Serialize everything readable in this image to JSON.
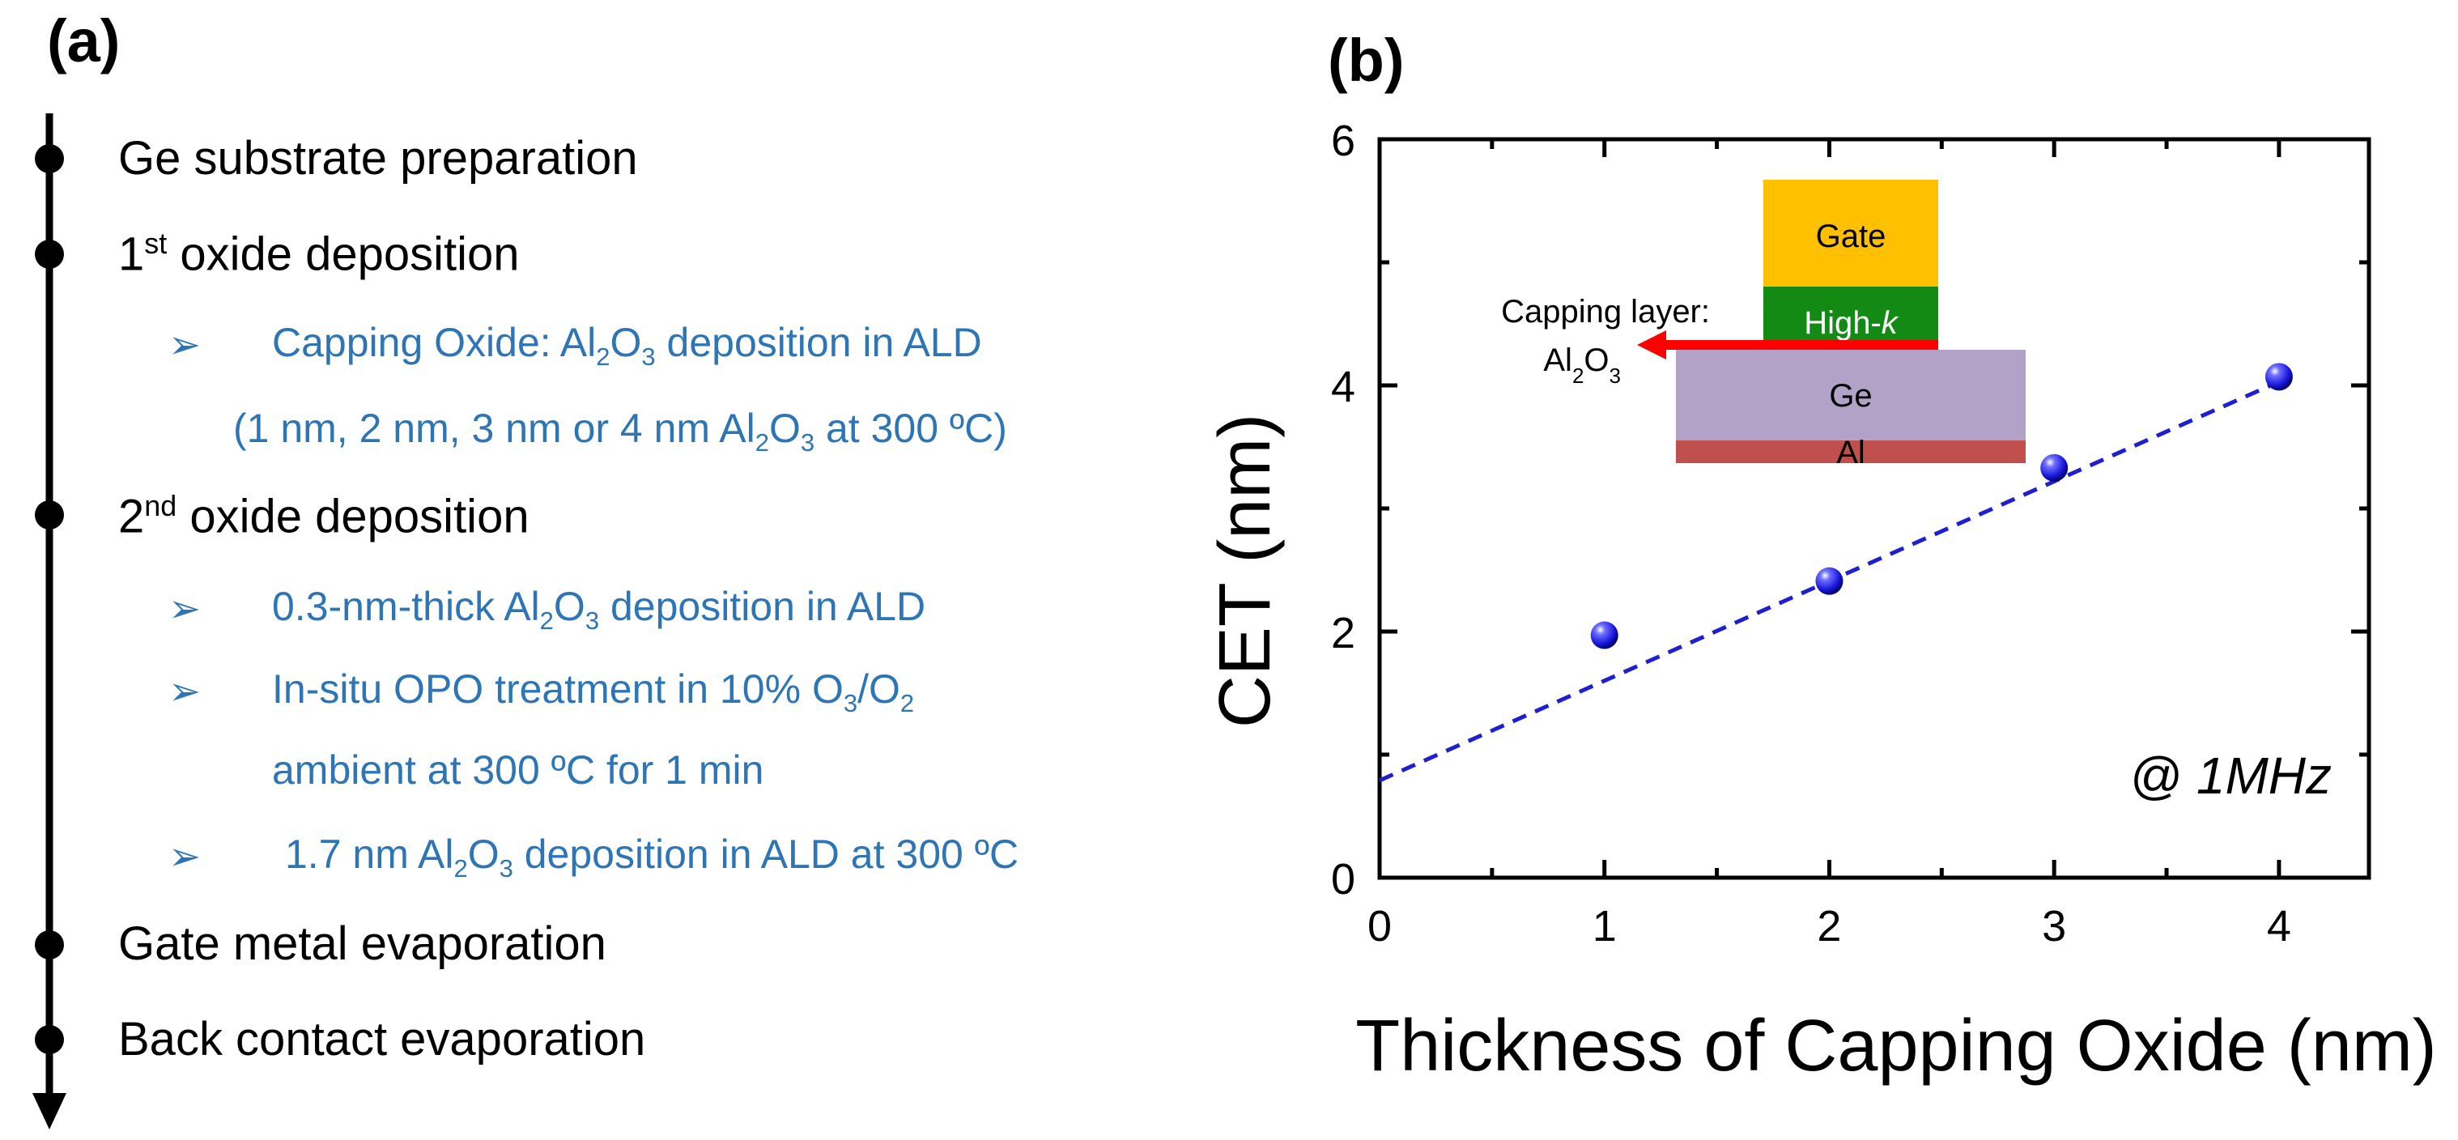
{
  "panel_a": {
    "label": "(a)",
    "steps": [
      {
        "text": "Ge substrate preparation"
      },
      {
        "pre": "1",
        "sup": "st",
        "post": " oxide deposition"
      },
      {
        "pre": "2",
        "sup": "nd",
        "post": " oxide deposition"
      },
      {
        "text": "Gate metal evaporation"
      },
      {
        "text": "Back contact evaporation"
      }
    ],
    "bullet_glyph": "➢",
    "sub_items": {
      "capping": {
        "p1": "Capping Oxide: Al",
        "s1": "2",
        "p2": "O",
        "s2": "3",
        "p3": " deposition in ALD"
      },
      "capping_detail": {
        "p1": "(1 nm, 2 nm, 3 nm or 4 nm Al",
        "s1": "2",
        "p2": "O",
        "s2": "3",
        "p3": " at 300 ºC)"
      },
      "thin_al2o3": {
        "p1": "0.3-nm-thick Al",
        "s1": "2",
        "p2": "O",
        "s2": "3",
        "p3": " deposition in ALD"
      },
      "opo": {
        "p1": "In-situ OPO treatment in 10% O",
        "s1": "3",
        "p2": "/O",
        "s2": "2",
        "p3": ""
      },
      "opo_detail": {
        "text": "ambient at 300 ºC for 1 min"
      },
      "final_al2o3": {
        "p1": "1.7 nm Al",
        "s1": "2",
        "p2": "O",
        "s2": "3",
        "p3": " deposition in ALD at 300 ºC"
      }
    }
  },
  "panel_b": {
    "label": "(b)",
    "annotation": "@ 1MHz",
    "inset": {
      "gate": "Gate",
      "highk_prefix": "High-",
      "highk_k": "k",
      "ge": "Ge",
      "al": "Al",
      "capping_label": "Capping layer:",
      "capping_formula": {
        "p1": "Al",
        "s1": "2",
        "p2": "O",
        "s2": "3"
      }
    }
  },
  "colors": {
    "blue_text": "#2E75B6",
    "data_point": "#1a1adb",
    "fit_line": "#1f1fd0",
    "gate": "#FFC000",
    "highk": "#138A13",
    "ge": "#B3A2C7",
    "al": "#C0504D",
    "arrow": "#FF0000"
  },
  "chart_data": {
    "type": "scatter",
    "xlabel": "Thickness of Capping Oxide (nm)",
    "ylabel": "CET (nm)",
    "xlim": [
      0,
      4.4
    ],
    "ylim": [
      0,
      6
    ],
    "x_ticks": [
      "0",
      "1",
      "2",
      "3",
      "4"
    ],
    "y_ticks": [
      "0",
      "2",
      "4",
      "6"
    ],
    "grid": false,
    "series": [
      {
        "x": [
          1,
          2,
          3,
          4
        ],
        "y": [
          1.97,
          2.41,
          3.33,
          4.07
        ],
        "marker": "sphere"
      }
    ],
    "fit_line": {
      "x": [
        0,
        4
      ],
      "y": [
        0.79,
        4.03
      ],
      "style": "dashed"
    }
  }
}
